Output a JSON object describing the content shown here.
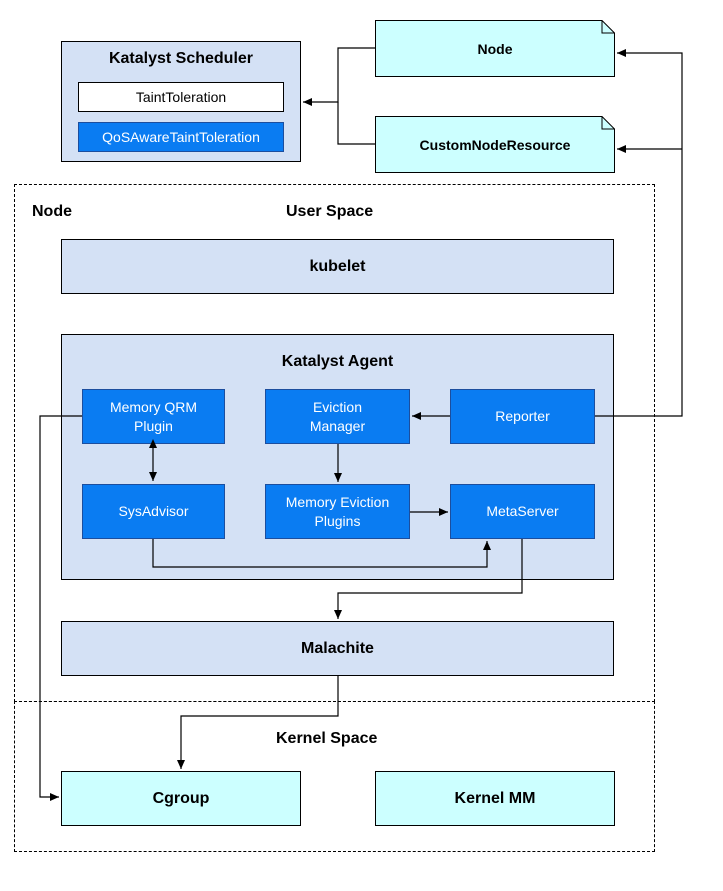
{
  "scheduler": {
    "title": "Katalyst Scheduler",
    "plugins": [
      "TaintToleration",
      "QoSAwareTaintToleration"
    ]
  },
  "resources": {
    "node": "Node",
    "custom_node_resource": "CustomNodeResource"
  },
  "node_region": {
    "label": "Node",
    "user_space_label": "User Space",
    "kernel_space_label": "Kernel Space"
  },
  "kubelet": "kubelet",
  "agent": {
    "title": "Katalyst Agent",
    "memory_qrm_plugin": "Memory QRM\nPlugin",
    "eviction_manager": "Eviction\nManager",
    "reporter": "Reporter",
    "sysadvisor": "SysAdvisor",
    "memory_eviction_plugins": "Memory Eviction\nPlugins",
    "metaserver": "MetaServer"
  },
  "malachite": "Malachite",
  "kernel": {
    "cgroup": "Cgroup",
    "kernel_mm": "Kernel MM"
  },
  "colors": {
    "light_blue": "#d4e1f5",
    "component_blue": "#0a7cf2",
    "cyan": "#ccffff"
  }
}
